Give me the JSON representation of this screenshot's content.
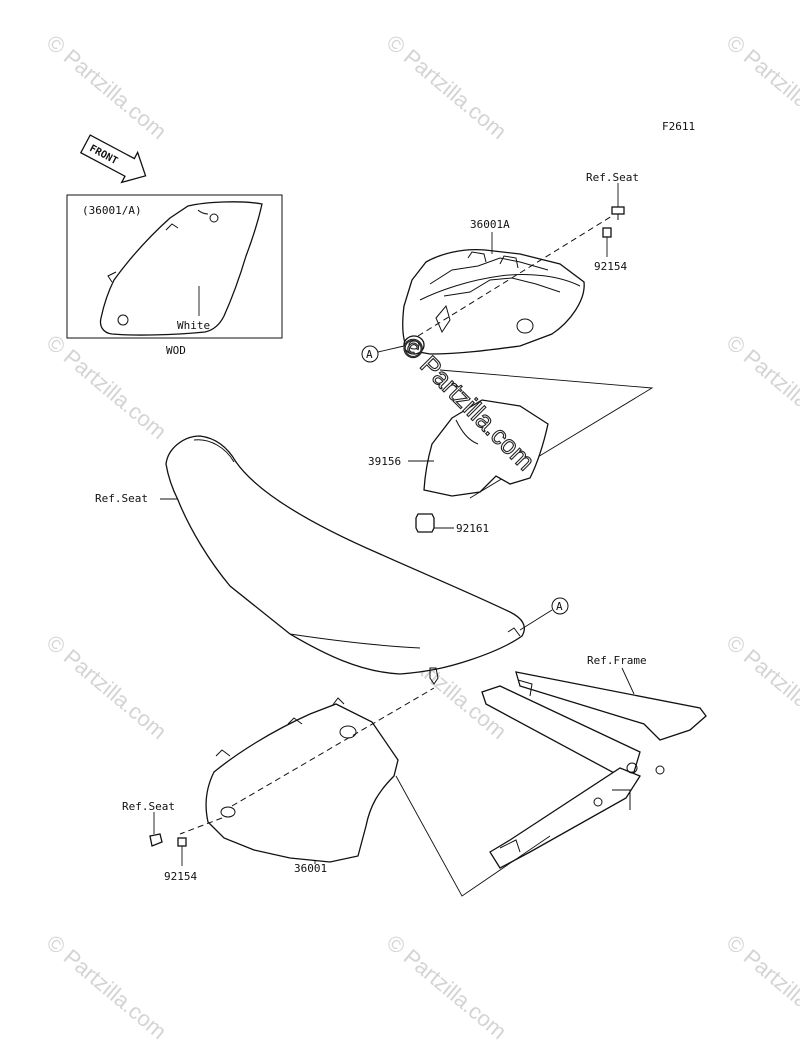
{
  "diagram_code": "F2611",
  "watermark_text": "© Partzilla.com",
  "front_arrow": {
    "text": "FRONT"
  },
  "inset": {
    "header": "(36001/A)",
    "color_note": "White",
    "below_label": "WOD"
  },
  "labels": {
    "ref_seat_top": "Ref.Seat",
    "part_36001A": "36001A",
    "part_92154_top": "92154",
    "marker_a1": "A",
    "part_39156": "39156",
    "part_92161": "92161",
    "ref_seat_left": "Ref.Seat",
    "marker_a2": "A",
    "ref_frame": "Ref.Frame",
    "ref_seat_bottom": "Ref.Seat",
    "part_92154_bottom": "92154",
    "part_36001": "36001"
  },
  "colors": {
    "line": "#111111",
    "watermark": "#d4d4d4",
    "background": "#ffffff"
  }
}
